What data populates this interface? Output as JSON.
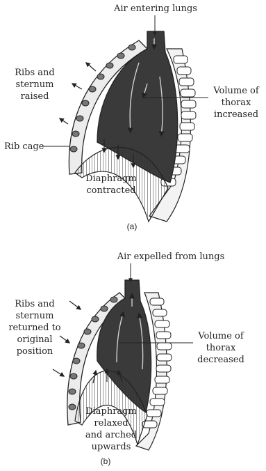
{
  "diagram_a": {
    "caption": "(a)",
    "air": "Air entering lungs",
    "ribs": [
      "Ribs and",
      "sternum",
      "raised"
    ],
    "rib_cage": "Rib cage",
    "volume": [
      "Volume of",
      "thorax",
      "increased"
    ],
    "diaphragm": [
      "Diaphragm",
      "contracted"
    ]
  },
  "diagram_b": {
    "caption": "(b)",
    "air": "Air expelled from lungs",
    "ribs": [
      "Ribs and",
      "sternum",
      "returned to",
      "original",
      "position"
    ],
    "volume": [
      "Volume of",
      "thorax",
      "decreased"
    ],
    "diaphragm": [
      "Diaphragm",
      "relaxed",
      "and arched",
      "upwards"
    ]
  },
  "colors": {
    "lung": "#3a3a3a",
    "bone": "#ececec",
    "stroke": "#222222"
  }
}
